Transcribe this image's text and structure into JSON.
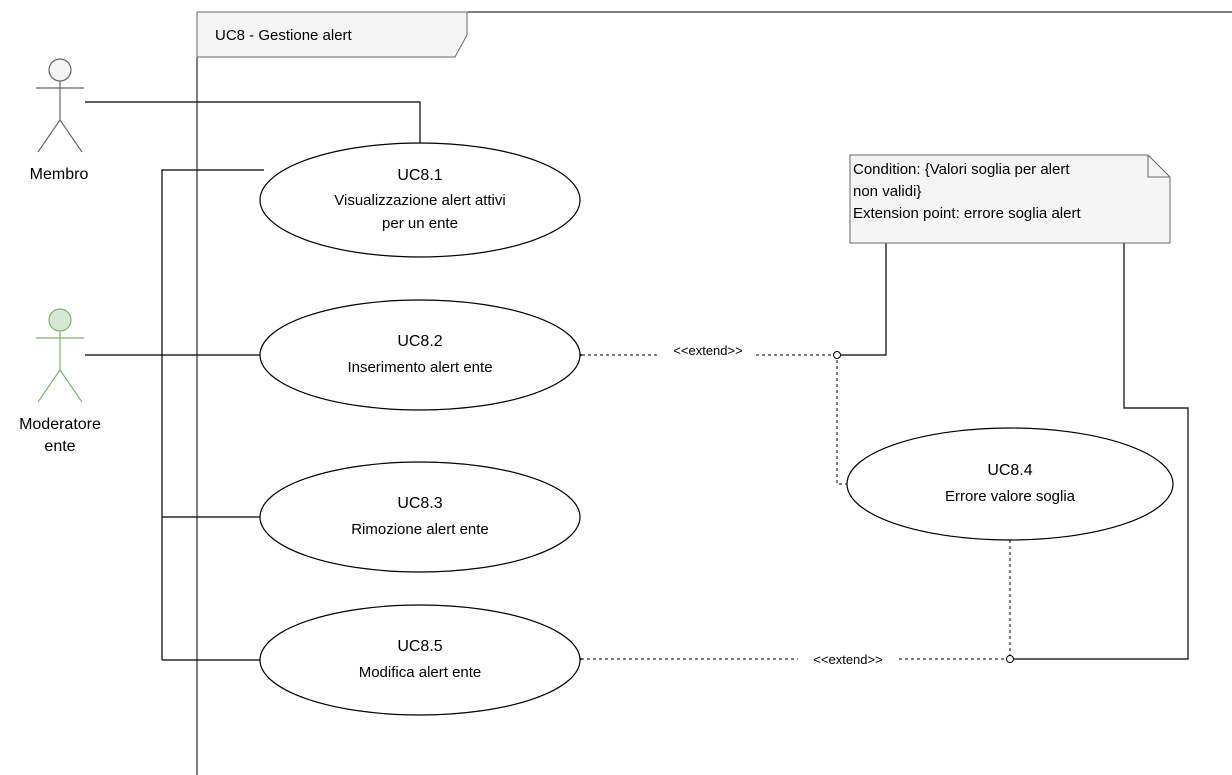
{
  "system": {
    "title": "UC8 - Gestione alert"
  },
  "actors": {
    "membro": {
      "name": "Membro",
      "color": "#666666",
      "head_fill": "#f5f5f5"
    },
    "moderatore": {
      "name_line1": "Moderatore",
      "name_line2": "ente",
      "color": "#82b366",
      "head_fill": "#d5e8d4"
    }
  },
  "use_cases": {
    "uc81": {
      "id": "UC8.1",
      "line1": "Visualizzazione alert attivi",
      "line2": "per un ente"
    },
    "uc82": {
      "id": "UC8.2",
      "line1": "Inserimento alert ente"
    },
    "uc83": {
      "id": "UC8.3",
      "line1": "Rimozione alert ente"
    },
    "uc84": {
      "id": "UC8.4",
      "line1": "Errore valore soglia"
    },
    "uc85": {
      "id": "UC8.5",
      "line1": "Modifica alert ente"
    }
  },
  "note": {
    "line1": "Condition: {Valori soglia per alert",
    "line2": "non validi}",
    "line3": "Extension point: errore soglia alert",
    "fill": "#f5f5f5"
  },
  "relations": {
    "extend_82": "<<extend>>",
    "extend_85": "<<extend>>"
  }
}
